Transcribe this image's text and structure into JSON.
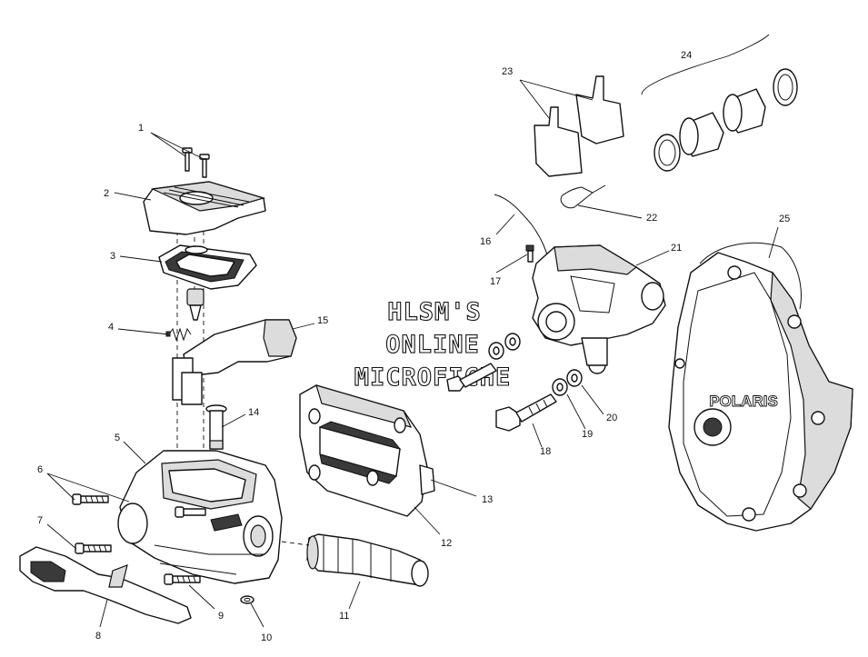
{
  "watermark": {
    "line1": "HLSM'S",
    "line2": "ONLINE",
    "line3": "MICROFICHE"
  },
  "brand_logo": "POLARIS",
  "callouts": [
    "1",
    "2",
    "3",
    "4",
    "5",
    "6",
    "7",
    "8",
    "9",
    "10",
    "11",
    "12",
    "13",
    "14",
    "15",
    "16",
    "17",
    "18",
    "19",
    "20",
    "21",
    "22",
    "23",
    "24",
    "25"
  ]
}
